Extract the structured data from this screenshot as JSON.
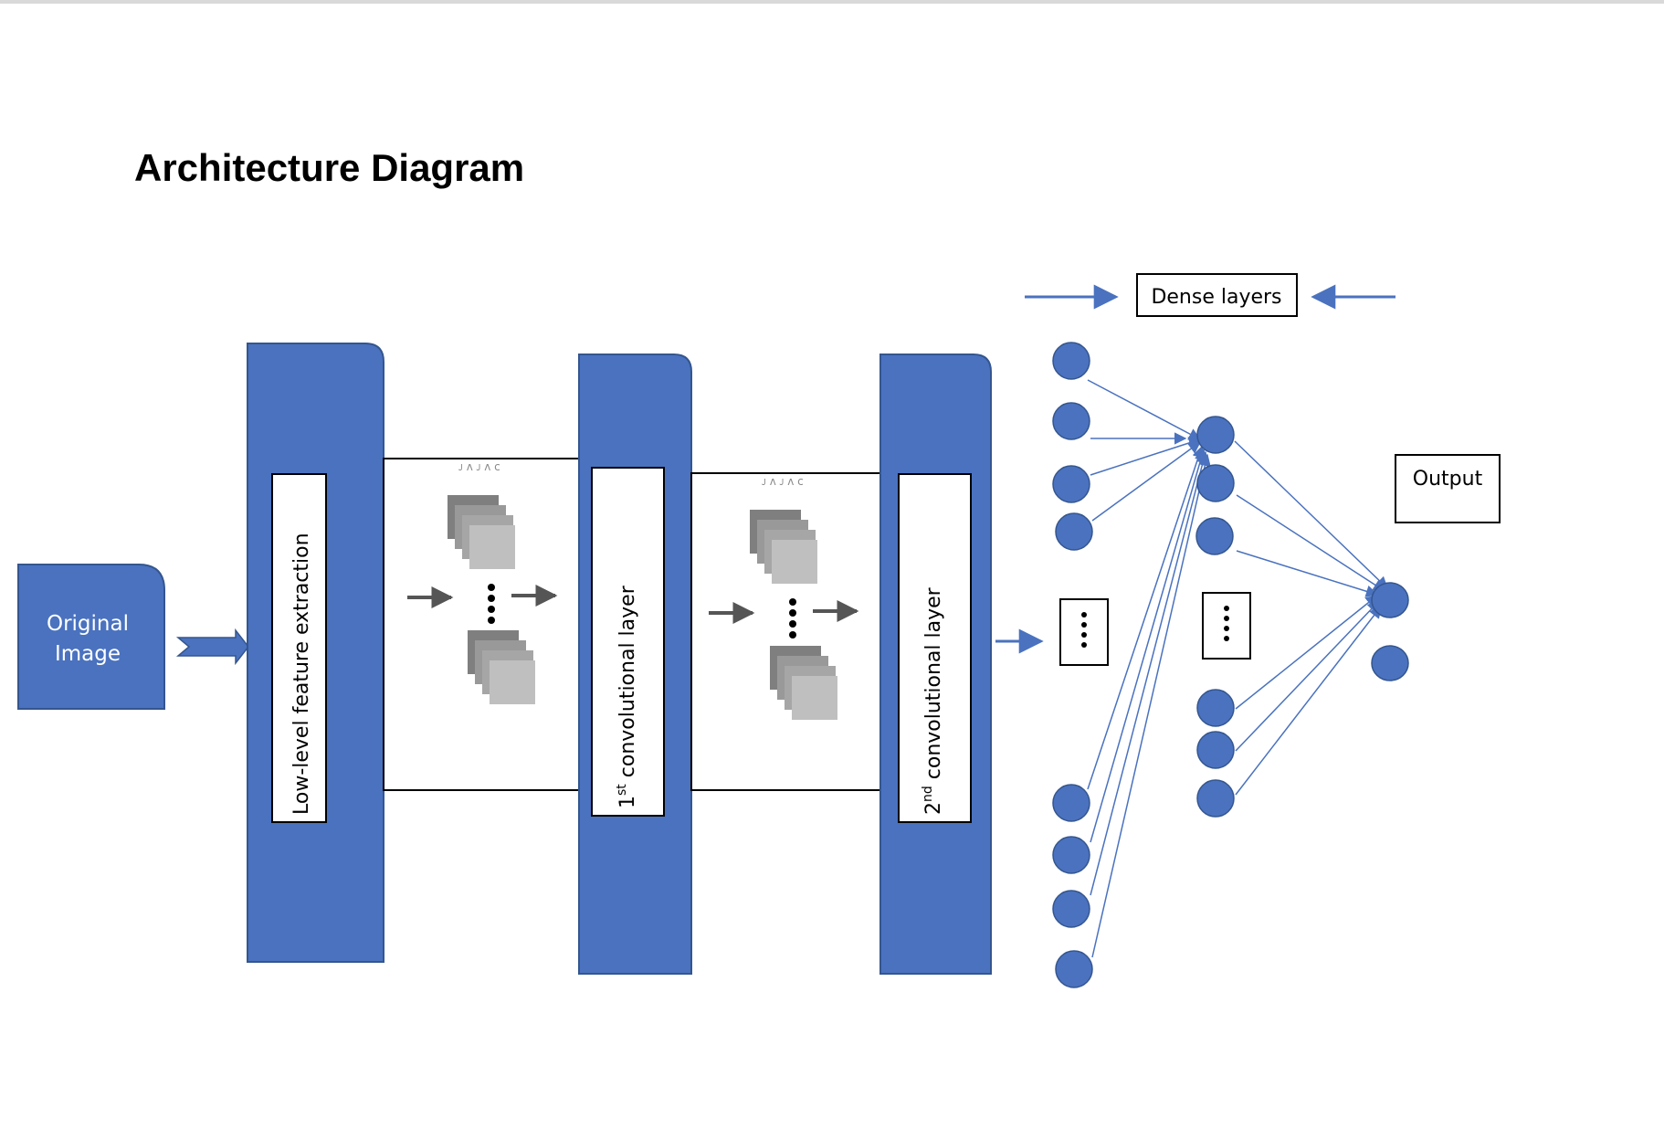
{
  "title": "Architecture Diagram",
  "input": {
    "line1": "Original",
    "line2": "Image"
  },
  "stages": {
    "low_level": "Low-level feature extraction",
    "conv1_sup": "st",
    "conv1_rest": " convolutional layer",
    "conv1_num": "1",
    "conv2_num": "2",
    "conv2_sup": "nd",
    "conv2_rest": " convolutional layer"
  },
  "dense_layers_label": "Dense layers",
  "output_label": "Output",
  "colors": {
    "block": "#4a72bf",
    "block_border": "#34568f",
    "arrow": "#4a72bf",
    "gray_dark": "#7f7f7f",
    "gray_mid": "#999999",
    "gray_light": "#bfbfbf"
  }
}
